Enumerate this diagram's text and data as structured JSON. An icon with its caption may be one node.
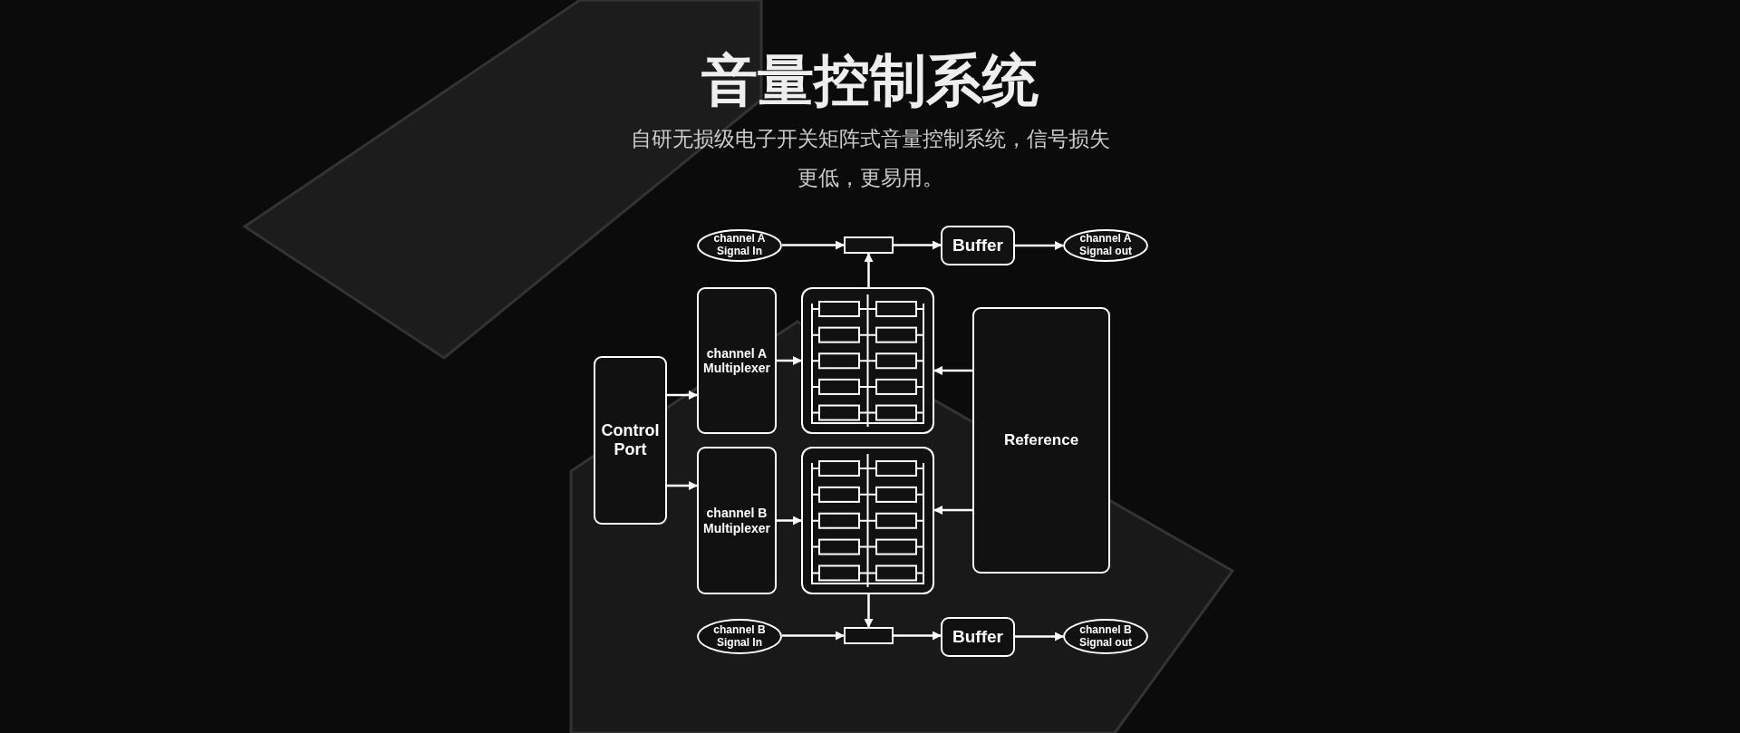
{
  "diagram": {
    "title": "音量控制系统",
    "nodes": [
      {
        "text": [
          "channel A Signal In"
        ]
      },
      {
        "text": [],
        "shape": "box"
      },
      {
        "text": [
          "Buffer"
        ]
      },
      {
        "text": [
          "channel A Signal out"
        ]
      },
      {
        "text": [
          "channel A Multiplexer"
        ]
      },
      {
        "text": [],
        "shape": "box"
      },
      {
        "text": [
          "Control Port"
        ]
      },
      {
        "text": [
          "Reference"
        ]
      },
      {
        "text": [
          "channel B Multiplexer"
        ]
      },
      {
        "text": [],
        "shape": "box"
      },
      {
        "text": [
          "channel B Signal In"
        ]
      },
      {
        "text": [],
        "shape": "box"
      },
      {
        "text": [
          "Buffer"
        ]
      },
      {
        "text": [
          "channel B Signal out"
        ]
      }
    ],
    "edges": [
      {
        "from": 0,
        "to": 1,
        "arrow": "to"
      },
      {
        "from": 1,
        "to": 2,
        "arrow": "to"
      },
      {
        "from": 2,
        "to": 3,
        "arrow": "to"
      },
      {
        "from": 5,
        "to": 1,
        "arrow": "to"
      },
      {
        "from": 6,
        "to": 4,
        "arrow": "to"
      },
      {
        "from": 6,
        "to": 8,
        "arrow": "to"
      },
      {
        "from": 4,
        "to": 5,
        "arrow": "to"
      },
      {
        "from": 7,
        "to": 5,
        "arrow": "to"
      },
      {
        "from": 8,
        "to": 9,
        "arrow": "to"
      },
      {
        "from": 7,
        "to": 9,
        "arrow": "to"
      },
      {
        "from": 9,
        "to": 11,
        "arrow": "to"
      },
      {
        "from": 10,
        "to": 11,
        "arrow": "to"
      },
      {
        "from": 11,
        "to": 12,
        "arrow": "to"
      },
      {
        "from": 12,
        "to": 13,
        "arrow": "to"
      }
    ],
    "labels": [
      "自研无损级电子开关矩阵式音量控制系统，信号损失更低，更易用。"
    ]
  }
}
